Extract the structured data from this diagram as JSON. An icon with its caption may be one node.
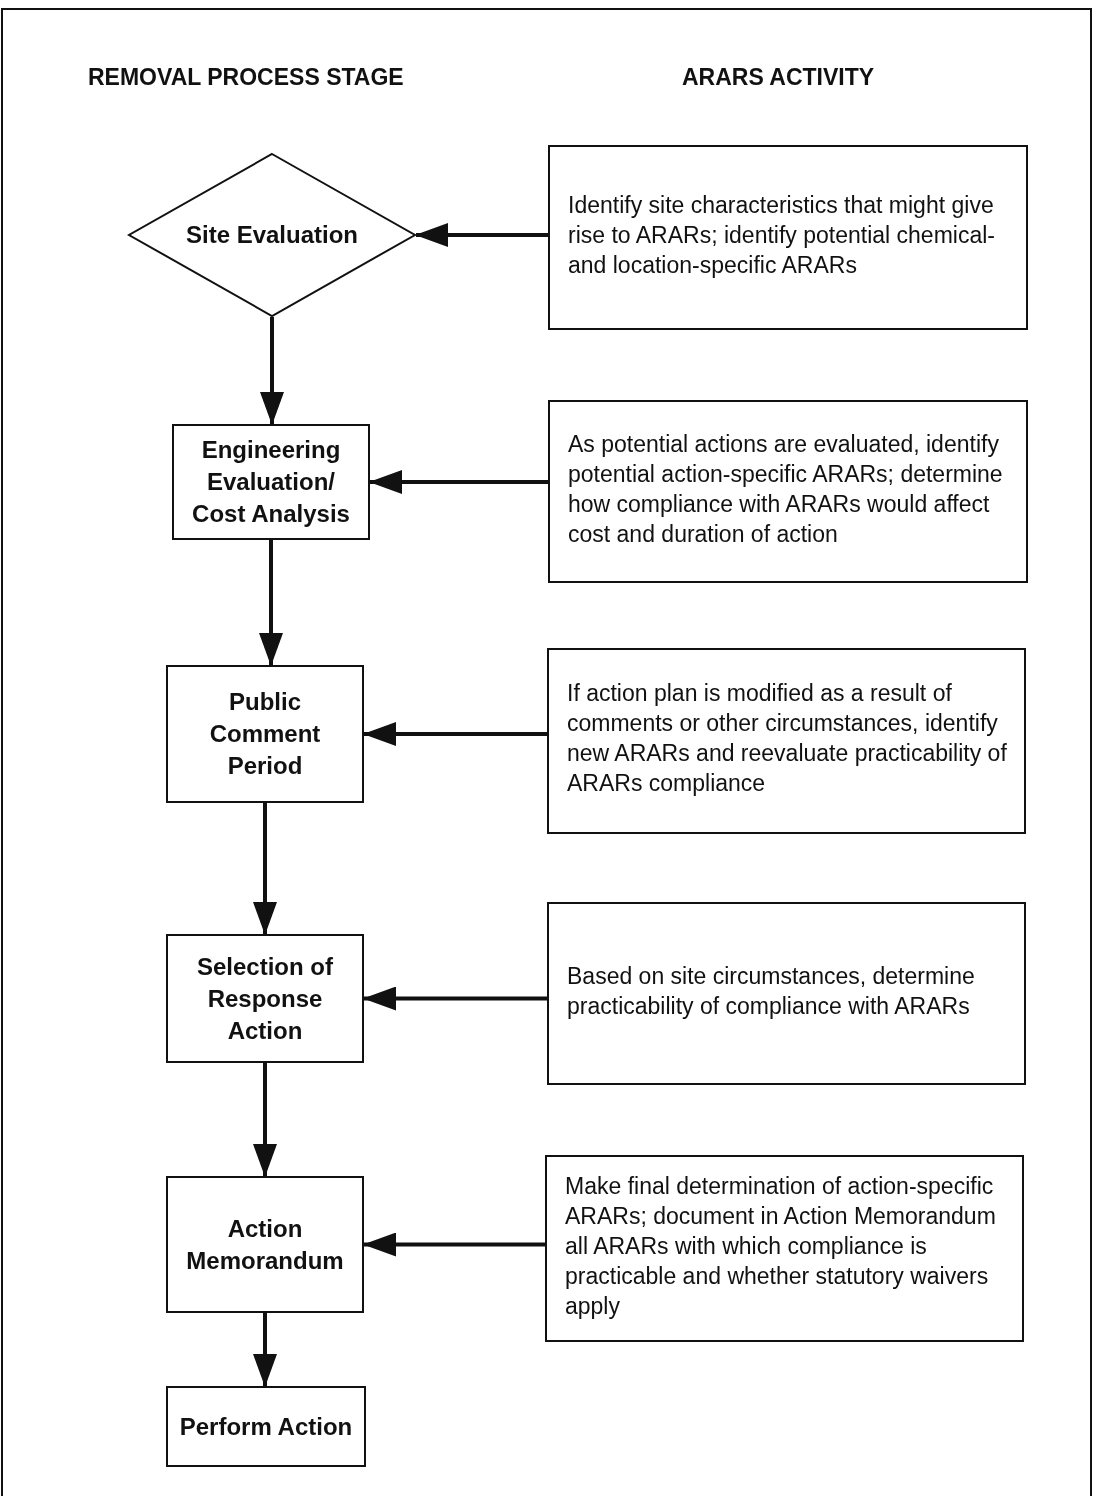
{
  "diagram": {
    "nodes": [
      {
        "text": [
          "Site Evaluation"
        ]
      },
      {
        "text": [
          "Identify site characteristics that might give rise to ARARs; identify potential chemical- and location-specific ARARs"
        ]
      },
      {
        "text": [
          "Engineering Evaluation/ Cost Analysis"
        ]
      },
      {
        "text": [
          "As potential actions are evaluated, identify potential action-specific ARARs; determine how compliance with ARARs would affect cost and duration of action"
        ]
      },
      {
        "text": [
          "Public Comment Period"
        ]
      },
      {
        "text": [
          "If action plan is modified as a result of comments or other circumstances, identify new ARARs and reevaluate practicability of ARARs compliance"
        ]
      },
      {
        "text": [
          "Selection of Response Action"
        ]
      },
      {
        "text": [
          "Based on site circumstances, determine practicability of compliance with ARARs"
        ]
      },
      {
        "text": [
          "Action Memorandum"
        ]
      },
      {
        "text": [
          "Make final determination of action-specific ARARs; document in Action Memorandum all ARARs with which compliance is practicable and whether statutory waivers apply"
        ]
      },
      {
        "text": [
          "Perform Action"
        ]
      }
    ],
    "edges": [
      {
        "from": 1,
        "to": 0,
        "arrow": "to"
      },
      {
        "from": 0,
        "to": 2,
        "arrow": "to"
      },
      {
        "from": 3,
        "to": 2,
        "arrow": "to"
      },
      {
        "from": 2,
        "to": 4,
        "arrow": "to"
      },
      {
        "from": 5,
        "to": 4,
        "arrow": "to"
      },
      {
        "from": 4,
        "to": 6,
        "arrow": "to"
      },
      {
        "from": 7,
        "to": 6,
        "arrow": "to"
      },
      {
        "from": 6,
        "to": 8,
        "arrow": "to"
      },
      {
        "from": 9,
        "to": 8,
        "arrow": "to"
      },
      {
        "from": 8,
        "to": 10,
        "arrow": "to"
      }
    ],
    "labels": [
      "REMOVAL PROCESS STAGE",
      "ARARS ACTIVITY"
    ]
  }
}
